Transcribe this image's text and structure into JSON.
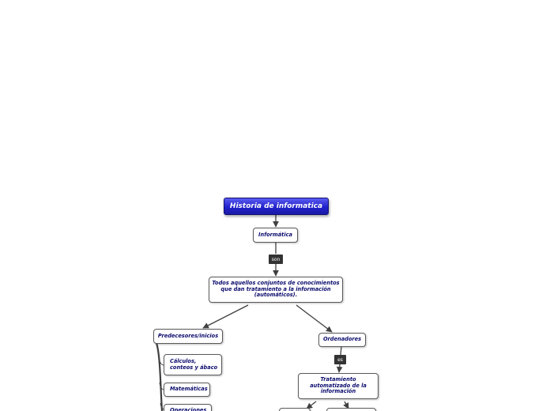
{
  "map": {
    "root": "Historia de informatica",
    "informatica": "Informática",
    "definition": "Todos aquellos conjuntos de conocimientos\nque dan tratamiento a la información\n(automáticos).",
    "predecesores": "Predecesores/inicios",
    "calculos": "Cálculos,\nconteos y ábaco",
    "matematicas": "Matemáticas",
    "operaciones": "Operaciones",
    "ordenadores": "Ordenadores",
    "tratamiento": "Tratamiento\nautomatizado de la\ninformación",
    "link_son": "son",
    "link_es": "es"
  },
  "colors": {
    "root_fill": "#2222cc",
    "node_text": "#0c0c6e",
    "node_border": "#5a5a5a",
    "connector": "#404040",
    "link_label_bg": "#333333"
  }
}
